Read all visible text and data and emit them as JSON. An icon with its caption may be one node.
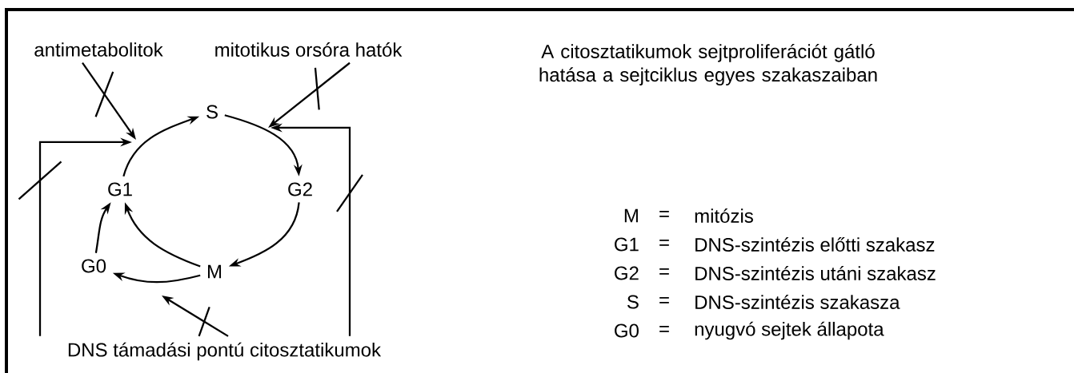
{
  "diagram": {
    "title": "A citosztatikumok sejtproliferációt gátló hatása a sejtciklus egyes szakaszaiban",
    "nodes": [
      {
        "text": [
          "antimetabolitok"
        ]
      },
      {
        "text": [
          "mitotikus orsóra hatók"
        ]
      },
      {
        "text": [
          "S"
        ]
      },
      {
        "text": [
          "G1"
        ]
      },
      {
        "text": [
          "G2"
        ]
      },
      {
        "text": [
          "M"
        ]
      },
      {
        "text": [
          "G0"
        ]
      },
      {
        "text": [
          "DNS támadási pontú citosztatikumok"
        ]
      }
    ],
    "edges": [
      {
        "from": 3,
        "to": 2,
        "arrow": "to"
      },
      {
        "from": 2,
        "to": 4,
        "arrow": "to"
      },
      {
        "from": 4,
        "to": 5,
        "arrow": "to"
      },
      {
        "from": 5,
        "to": 3,
        "arrow": "to"
      },
      {
        "from": 5,
        "to": 6,
        "arrow": "to"
      },
      {
        "from": 6,
        "to": 3,
        "arrow": "to"
      },
      {
        "from": 0,
        "to": null,
        "arrow": "to"
      },
      {
        "from": 1,
        "to": null,
        "arrow": "to"
      },
      {
        "from": 7,
        "to": null,
        "arrow": "to"
      },
      {
        "from": 7,
        "to": null,
        "arrow": "to"
      },
      {
        "from": 7,
        "to": null,
        "arrow": "to"
      }
    ],
    "labels": [
      "M",
      "=",
      "mitózis",
      "G1",
      "=",
      "DNS-szintézis előtti szakasz",
      "G2",
      "=",
      "DNS-szintézis utáni szakasz",
      "S",
      "=",
      "DNS-szintézis szakasza",
      "G0",
      "=",
      "nyugvó sejtek állapota"
    ]
  }
}
